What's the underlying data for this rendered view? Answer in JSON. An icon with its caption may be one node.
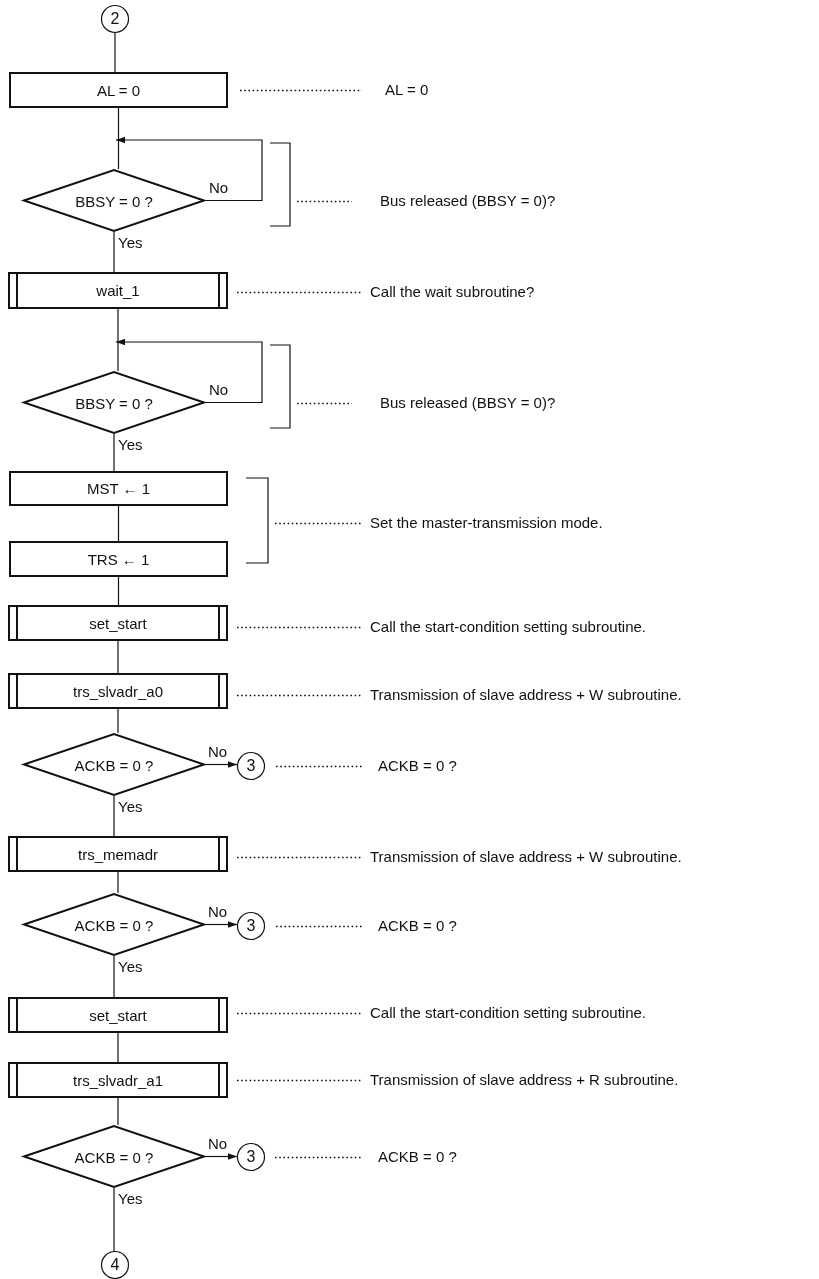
{
  "diagram": {
    "nodes": [
      {
        "text": [
          "2"
        ]
      },
      {
        "text": [
          "AL = 0"
        ]
      },
      {
        "text": [
          "BBSY = 0 ?"
        ]
      },
      {
        "text": [
          "wait_1"
        ]
      },
      {
        "text": [
          "BBSY = 0 ?"
        ]
      },
      {
        "text": [
          "MST ← 1"
        ]
      },
      {
        "text": [
          "TRS ← 1"
        ]
      },
      {
        "text": [
          "set_start"
        ]
      },
      {
        "text": [
          "trs_slvadr_a0"
        ]
      },
      {
        "text": [
          "ACKB = 0 ?"
        ]
      },
      {
        "text": [
          "3"
        ]
      },
      {
        "text": [
          "trs_memadr"
        ]
      },
      {
        "text": [
          "ACKB = 0 ?"
        ]
      },
      {
        "text": [
          "3"
        ]
      },
      {
        "text": [
          "set_start"
        ]
      },
      {
        "text": [
          "trs_slvadr_a1"
        ]
      },
      {
        "text": [
          "ACKB = 0 ?"
        ]
      },
      {
        "text": [
          "3"
        ]
      },
      {
        "text": [
          "4"
        ]
      }
    ],
    "edges": [
      {
        "from": 0,
        "to": 1,
        "arrow": "none"
      },
      {
        "from": 1,
        "to": 2,
        "arrow": "none"
      },
      {
        "from": 2,
        "to": 2,
        "arrow": "to",
        "label": "No"
      },
      {
        "from": 2,
        "to": 3,
        "arrow": "none",
        "label": "Yes"
      },
      {
        "from": 3,
        "to": 4,
        "arrow": "none"
      },
      {
        "from": 4,
        "to": 4,
        "arrow": "to",
        "label": "No"
      },
      {
        "from": 4,
        "to": 5,
        "arrow": "none",
        "label": "Yes"
      },
      {
        "from": 5,
        "to": 6,
        "arrow": "none"
      },
      {
        "from": 6,
        "to": 7,
        "arrow": "none"
      },
      {
        "from": 7,
        "to": 8,
        "arrow": "none"
      },
      {
        "from": 8,
        "to": 9,
        "arrow": "none"
      },
      {
        "from": 9,
        "to": 10,
        "arrow": "to",
        "label": "No"
      },
      {
        "from": 9,
        "to": 11,
        "arrow": "none",
        "label": "Yes"
      },
      {
        "from": 11,
        "to": 12,
        "arrow": "none"
      },
      {
        "from": 12,
        "to": 13,
        "arrow": "to",
        "label": "No"
      },
      {
        "from": 12,
        "to": 14,
        "arrow": "none",
        "label": "Yes"
      },
      {
        "from": 14,
        "to": 15,
        "arrow": "none"
      },
      {
        "from": 15,
        "to": 16,
        "arrow": "none"
      },
      {
        "from": 16,
        "to": 17,
        "arrow": "to",
        "label": "No"
      },
      {
        "from": 16,
        "to": 18,
        "arrow": "none",
        "label": "Yes"
      }
    ],
    "labels": [
      "AL = 0",
      "Bus released (BBSY = 0)?",
      "Call the wait subroutine?",
      "Bus released (BBSY = 0)?",
      "Set the master-transmission mode.",
      "Call the start-condition setting subroutine.",
      "Transmission of slave address + W subroutine.",
      "ACKB = 0 ?",
      "Transmission of slave address + W subroutine.",
      "ACKB = 0 ?",
      "Call the start-condition setting subroutine.",
      "Transmission of slave address + R subroutine.",
      "ACKB = 0 ?"
    ]
  }
}
